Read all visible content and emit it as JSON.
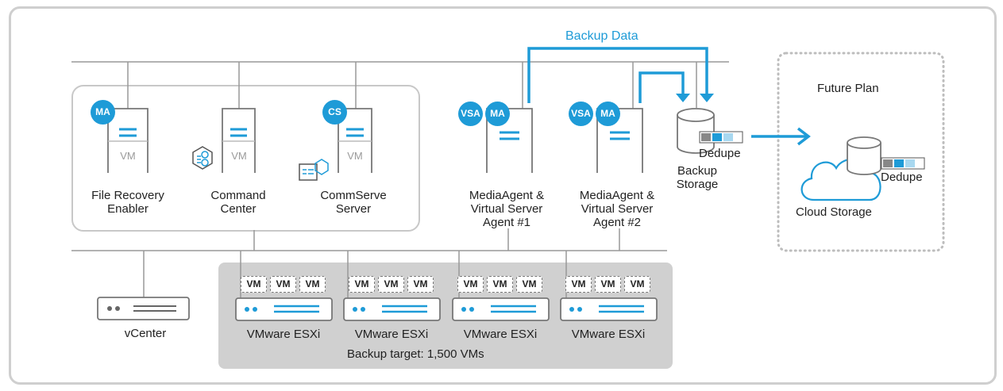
{
  "diagram": {
    "backup_data_label": "Backup Data",
    "future_plan_label": "Future Plan",
    "servers": [
      {
        "badges": [
          "MA"
        ],
        "vm": "VM",
        "label_line1": "File Recovery",
        "label_line2": "Enabler"
      },
      {
        "badges": [],
        "vm": "VM",
        "label_line1": "Command",
        "label_line2": "Center"
      },
      {
        "badges": [
          "CS"
        ],
        "vm": "VM",
        "label_line1": "CommServe",
        "label_line2": "Server"
      },
      {
        "badges": [
          "VSA",
          "MA"
        ],
        "label_line1": "MediaAgent &",
        "label_line2": "Virtual Server",
        "label_line3": "Agent #1"
      },
      {
        "badges": [
          "VSA",
          "MA"
        ],
        "label_line1": "MediaAgent &",
        "label_line2": "Virtual Server",
        "label_line3": "Agent #2"
      }
    ],
    "backup_storage": {
      "dedupe": "Dedupe",
      "label_line1": "Backup",
      "label_line2": "Storage"
    },
    "cloud": {
      "dedupe": "Dedupe",
      "label": "Cloud Storage"
    },
    "vcenter": {
      "label": "vCenter"
    },
    "esxi_hosts": [
      {
        "vms": [
          "VM",
          "VM",
          "VM"
        ],
        "label": "VMware ESXi"
      },
      {
        "vms": [
          "VM",
          "VM",
          "VM"
        ],
        "label": "VMware ESXi"
      },
      {
        "vms": [
          "VM",
          "VM",
          "VM"
        ],
        "label": "VMware ESXi"
      },
      {
        "vms": [
          "VM",
          "VM",
          "VM"
        ],
        "label": "VMware ESXi"
      }
    ],
    "backup_target_label": "Backup target:  1,500 VMs",
    "colors": {
      "accent": "#1e9bd7",
      "line": "#999999",
      "panel": "#d0d0d0",
      "frame": "#cfcfcf"
    }
  }
}
